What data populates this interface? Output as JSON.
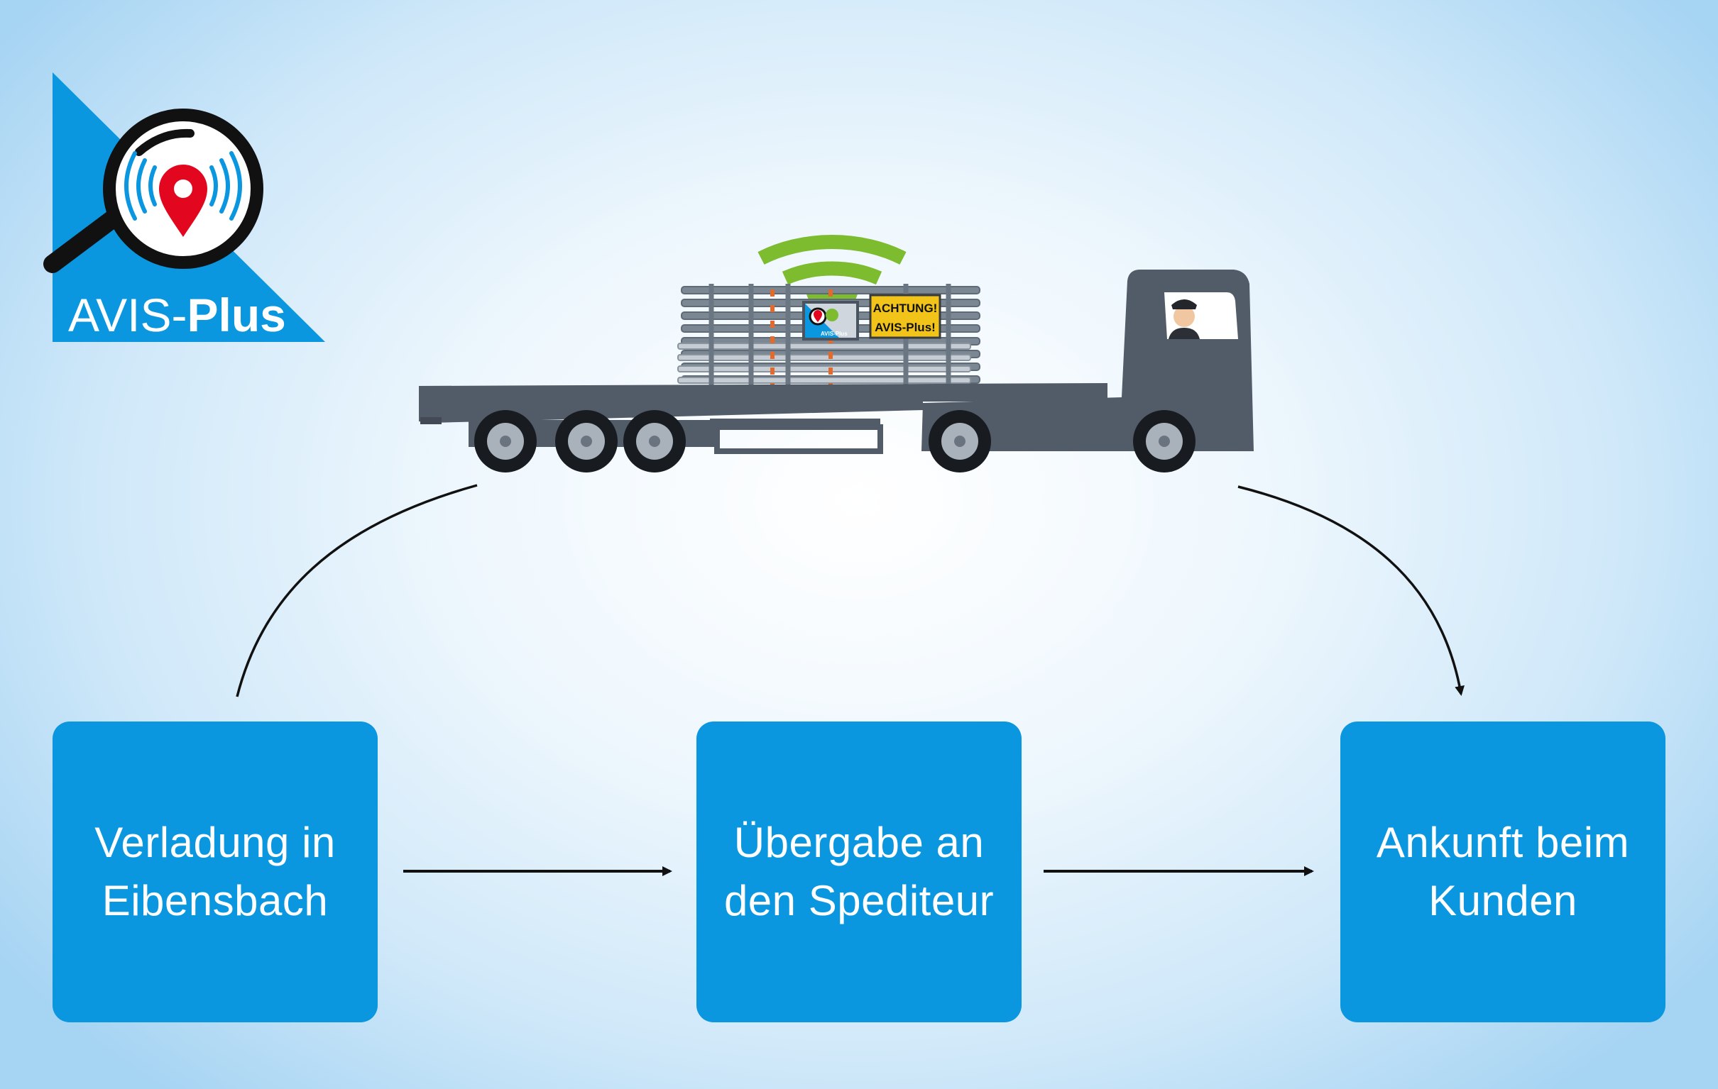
{
  "logo": {
    "name_prefix": "AVIS-",
    "name_bold": "Plus",
    "colors": {
      "triangle": "#0a97e0",
      "pin": "#e3061f",
      "lens_rim": "#111111"
    }
  },
  "truck": {
    "sign_line1": "ACHTUNG!",
    "sign_line2": "AVIS-Plus!",
    "crate_label": "AVIS-Plus",
    "colors": {
      "body": "#525b68",
      "signal": "#7dbb2f",
      "sign": "#f2c419"
    }
  },
  "steps": [
    {
      "line1": "Verladung in",
      "line2": "Eibensbach"
    },
    {
      "line1": "Übergabe an",
      "line2": "den Spediteur"
    },
    {
      "line1": "Ankunft beim",
      "line2": "Kunden"
    }
  ],
  "colors": {
    "box": "#0a97e0",
    "arrow": "#111111"
  }
}
